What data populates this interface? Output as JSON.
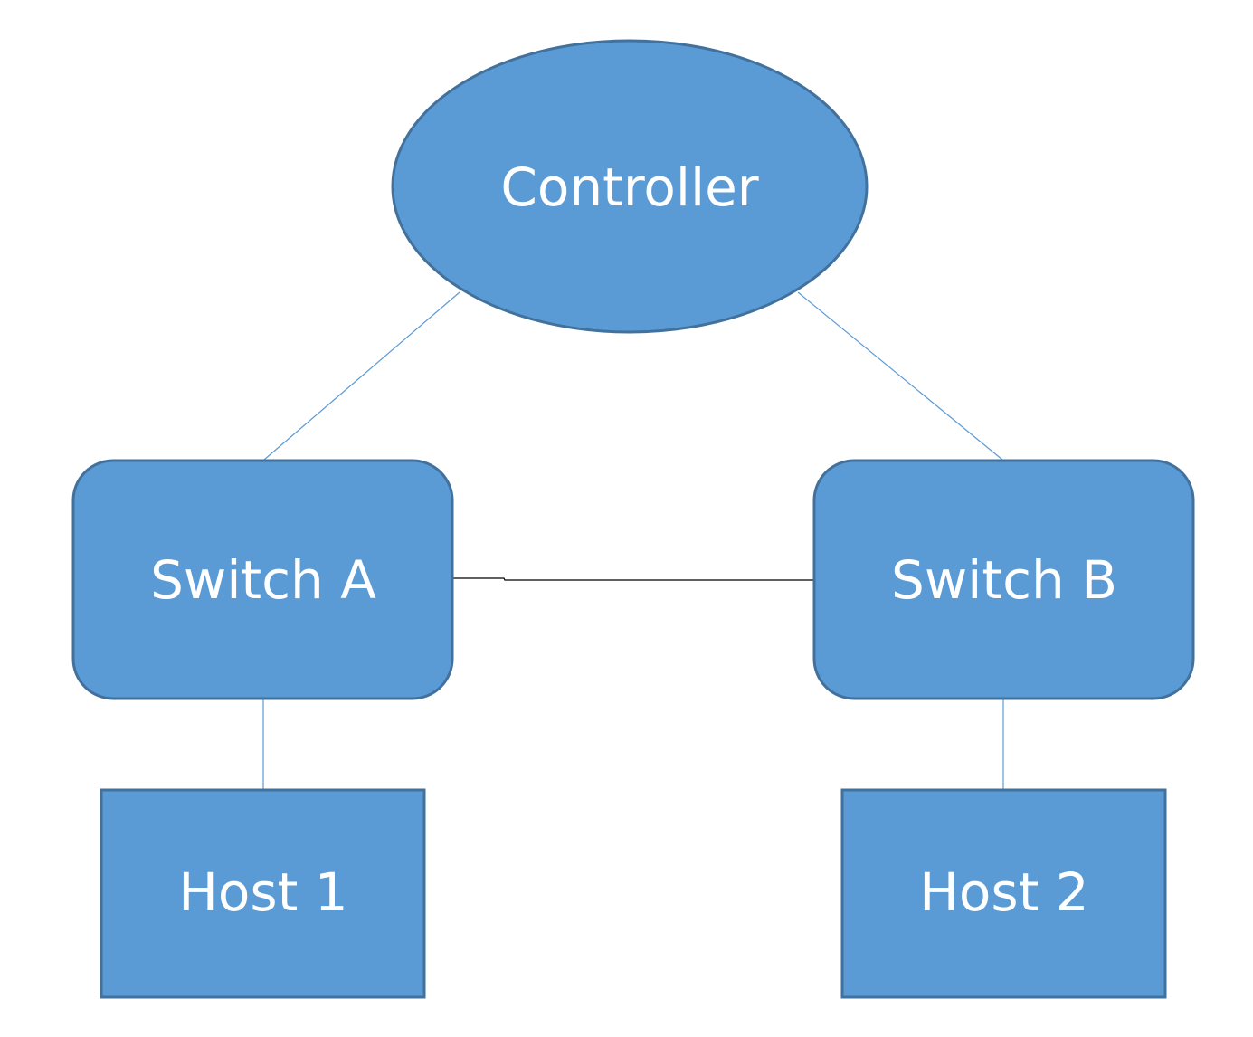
{
  "diagram": {
    "nodes": {
      "controller": {
        "label": "Controller",
        "shape": "ellipse"
      },
      "switch_a": {
        "label": "Switch A",
        "shape": "rounded-rectangle"
      },
      "switch_b": {
        "label": "Switch B",
        "shape": "rounded-rectangle"
      },
      "host_1": {
        "label": "Host 1",
        "shape": "rectangle"
      },
      "host_2": {
        "label": "Host 2",
        "shape": "rectangle"
      }
    },
    "links": [
      {
        "from": "Controller",
        "to": "Switch A"
      },
      {
        "from": "Controller",
        "to": "Switch B"
      },
      {
        "from": "Switch A",
        "to": "Switch B"
      },
      {
        "from": "Switch A",
        "to": "Host 1"
      },
      {
        "from": "Switch B",
        "to": "Host 2"
      }
    ],
    "colors": {
      "node_fill": "#5b9bd5",
      "node_stroke": "#41719c",
      "label_text": "#ffffff",
      "control_link": "#5b9bd5",
      "switch_link": "#000000"
    }
  }
}
